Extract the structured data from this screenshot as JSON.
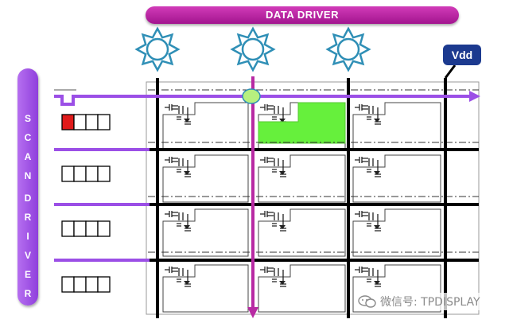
{
  "title": "DATA DRIVER",
  "scan_driver": {
    "letters": [
      "S",
      "C",
      "A",
      "N",
      "",
      "D",
      "R",
      "I",
      "V",
      "E",
      "R"
    ]
  },
  "vdd_label": "Vdd",
  "watermark": "微信号: TPDISPLAY",
  "grid": {
    "rows": 4,
    "columns": 3,
    "suns": 3,
    "active_row": 1,
    "active_column": 2,
    "shift_register_cells": 4,
    "active_shift_cell": 1
  },
  "colors": {
    "data_driver": "#b82aa3",
    "scan_driver": "#9b4fe6",
    "scan_line": "#9b4fe6",
    "data_line": "#b82aa3",
    "lit_pixel": "#66f03c",
    "active_register_cell": "#e01b1b",
    "vdd": "#1c3a8f",
    "sun": "#2f8fb6"
  }
}
